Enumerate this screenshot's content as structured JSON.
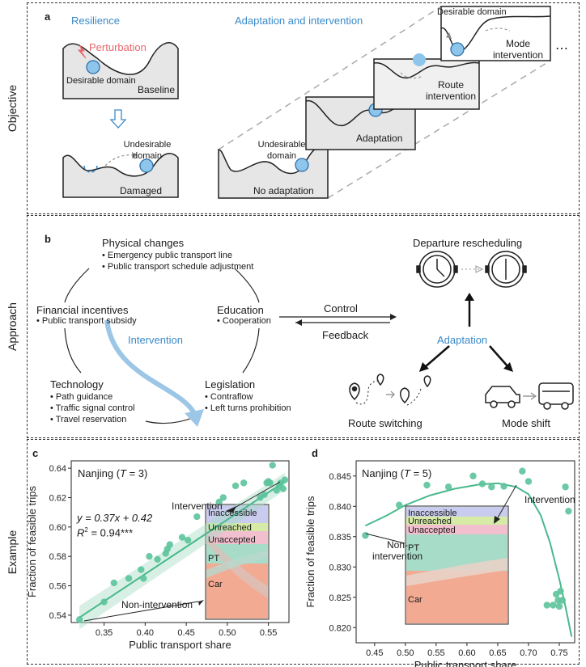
{
  "side_labels": {
    "objective": "Objective",
    "approach": "Approach",
    "example": "Example"
  },
  "panel_a": {
    "letter": "a",
    "resilience": "Resilience",
    "perturbation": "Perturbation",
    "desirable_domain": "Desirable domain",
    "baseline": "Baseline",
    "undesirable_domain_1": "Undesirable",
    "undesirable_domain_2": "domain",
    "damaged": "Damaged",
    "adapt_title": "Adaptation and intervention",
    "no_adaptation": "No adaptation",
    "undesirable2_1": "Undesirable",
    "undesirable2_2": "domain",
    "adaptation": "Adaptation",
    "route_intervention_1": "Route",
    "route_intervention_2": "intervention",
    "desirable_domain_2": "Desirable domain",
    "mode_intervention_1": "Mode",
    "mode_intervention_2": "intervention",
    "colors": {
      "blue": "#3a8ac9",
      "ball": "#8ec5ea",
      "pert": "#e8676b",
      "fill": "#e6e6e6"
    }
  },
  "panel_b": {
    "letter": "b",
    "physical_changes": "Physical changes",
    "physical_items": [
      "• Emergency public transport line",
      "• Public transport schedule adjustment"
    ],
    "financial": "Financial incentives",
    "financial_items": [
      "• Public transport subsidy"
    ],
    "education": "Education",
    "education_items": [
      "• Cooperation"
    ],
    "intervention": "Intervention",
    "technology": "Technology",
    "technology_items": [
      "• Path guidance",
      "• Traffic signal control",
      "• Travel reservation"
    ],
    "legislation": "Legislation",
    "legislation_items": [
      "• Contraflow",
      "• Left turns prohibition"
    ],
    "control": "Control",
    "feedback": "Feedback",
    "departure": "Departure rescheduling",
    "adaptation": "Adaptation",
    "route_switching": "Route switching",
    "mode_shift": "Mode shift"
  },
  "panel_c": {
    "letter": "c",
    "city": "Nanjing (",
    "t_var": "T",
    "t_val": " = 3)",
    "equation": "y = 0.37x + 0.42",
    "r2": "R",
    "r2_rest": " = 0.94***",
    "intervention": "Intervention",
    "non_intervention": "Non-intervention",
    "inset_labels": [
      "Inaccessible",
      "Unreached",
      "Unaccepted",
      "PT",
      "Car"
    ]
  },
  "panel_d": {
    "letter": "d",
    "city": "Nanjing (",
    "t_var": "T",
    "t_val": " = 5)",
    "intervention": "Intervention",
    "non_intervention_1": "Non-",
    "non_intervention_2": "intervention",
    "inset_labels": [
      "Inaccessible",
      "Unreached",
      "Unaccepted",
      "PT",
      "Car"
    ]
  },
  "chart_data": [
    {
      "type": "scatter",
      "xlabel": "Public transport share",
      "ylabel": "Fraction of feasible trips",
      "xlim": [
        0.31,
        0.575
      ],
      "ylim": [
        0.535,
        0.645
      ],
      "xticks": [
        "0.35",
        "0.40",
        "0.45",
        "0.50",
        "0.55"
      ],
      "xtick_values": [
        0.35,
        0.4,
        0.45,
        0.5,
        0.55
      ],
      "yticks": [
        "0.54",
        "0.56",
        "0.58",
        "0.60",
        "0.62",
        "0.64"
      ],
      "ytick_values": [
        0.54,
        0.56,
        0.58,
        0.6,
        0.62,
        0.64
      ],
      "fit": {
        "slope": 0.37,
        "intercept": 0.42,
        "x_range": [
          0.32,
          0.57
        ]
      },
      "x": [
        0.32,
        0.35,
        0.362,
        0.38,
        0.395,
        0.398,
        0.405,
        0.415,
        0.425,
        0.427,
        0.43,
        0.445,
        0.452,
        0.463,
        0.49,
        0.495,
        0.51,
        0.52,
        0.54,
        0.545,
        0.548,
        0.55,
        0.552,
        0.555,
        0.56,
        0.563,
        0.565,
        0.568,
        0.57
      ],
      "y": [
        0.537,
        0.549,
        0.562,
        0.565,
        0.571,
        0.565,
        0.58,
        0.578,
        0.582,
        0.585,
        0.588,
        0.593,
        0.591,
        0.607,
        0.617,
        0.62,
        0.628,
        0.63,
        0.62,
        0.622,
        0.63,
        0.631,
        0.63,
        0.642,
        0.625,
        0.628,
        0.63,
        0.626,
        0.632
      ]
    },
    {
      "type": "scatter",
      "xlabel": "Public transport share",
      "ylabel": "Fraction of feasible trips",
      "xlim": [
        0.42,
        0.775
      ],
      "ylim": [
        0.8175,
        0.8475
      ],
      "xticks": [
        "0.45",
        "0.50",
        "0.55",
        "0.60",
        "0.65",
        "0.70",
        "0.75"
      ],
      "xtick_values": [
        0.45,
        0.5,
        0.55,
        0.6,
        0.65,
        0.7,
        0.75
      ],
      "yticks": [
        "0.820",
        "0.825",
        "0.830",
        "0.835",
        "0.840",
        "0.845"
      ],
      "ytick_values": [
        0.82,
        0.825,
        0.83,
        0.835,
        0.84,
        0.845
      ],
      "curve_x": [
        0.435,
        0.47,
        0.5,
        0.54,
        0.58,
        0.62,
        0.65,
        0.68,
        0.7,
        0.72,
        0.735,
        0.75,
        0.76,
        0.77
      ],
      "curve_y": [
        0.8368,
        0.8385,
        0.8402,
        0.8418,
        0.8429,
        0.8436,
        0.8438,
        0.8432,
        0.842,
        0.8385,
        0.834,
        0.828,
        0.8235,
        0.8185
      ],
      "x": [
        0.435,
        0.49,
        0.535,
        0.57,
        0.61,
        0.625,
        0.64,
        0.66,
        0.69,
        0.7,
        0.73,
        0.74,
        0.745,
        0.748,
        0.75,
        0.752,
        0.755,
        0.76,
        0.765
      ],
      "y": [
        0.8352,
        0.8402,
        0.8435,
        0.8432,
        0.845,
        0.8437,
        0.8432,
        0.8433,
        0.8458,
        0.8441,
        0.8237,
        0.8237,
        0.8255,
        0.8245,
        0.8235,
        0.826,
        0.8245,
        0.8432,
        0.8392
      ]
    }
  ]
}
